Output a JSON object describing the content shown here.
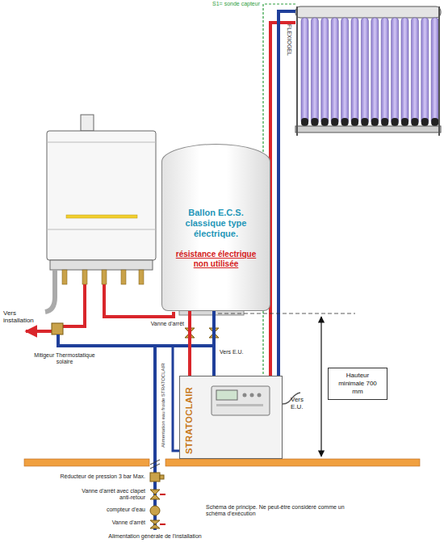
{
  "diagram": {
    "nodes": [
      {
        "text": [
          "Ballon E.C.S. classique type électrique.",
          "résistance électrique non utilisée"
        ]
      },
      {
        "text": [
          "Hauteur minimale 700 mm"
        ]
      },
      {
        "text": [
          "STRATOCLAIR"
        ]
      }
    ],
    "edges": [
      {
        "from": 2,
        "to": 0,
        "arrow": "none"
      },
      {
        "from": 0,
        "to": 2,
        "arrow": "none"
      }
    ],
    "labels": [
      "S1= sonde capteur",
      "FLEXIOGEL",
      "Vers installation",
      "Mitigeur Thermostatique solaire",
      "Vanne d'arrêt",
      "Vers E.U.",
      "Vers E.U.",
      "Alimentation eau froide STRATOCLAIR",
      "Réducteur de pression 3 bar Max.",
      "Vanne d'arrêt avec clapet anti-retour",
      "compteur d'eau",
      "Vanne d'arrêt",
      "Alimentation générale de l'installation",
      "Schéma de principe. Ne peut-être considéré comme un schéma d'exécution"
    ]
  }
}
